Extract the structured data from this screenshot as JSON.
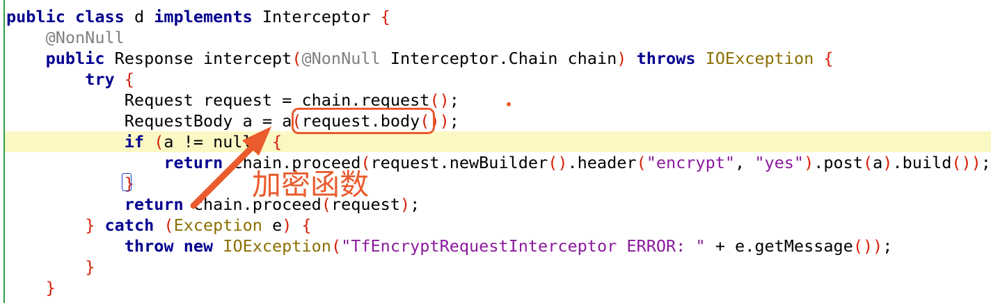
{
  "code": {
    "kw_public": "public",
    "kw_class": "class",
    "class_name": "d",
    "kw_implements": "implements",
    "interface_name": "Interceptor",
    "annotation_nonnull": "@NonNull",
    "response_type": "Response",
    "method_name": "intercept",
    "chain_type": "Interceptor.Chain",
    "chain_var": "chain",
    "kw_throws": "throws",
    "ioexception": "IOException",
    "kw_try": "try",
    "request_type": "Request",
    "request_var": "request",
    "chain_request_call": "chain.request",
    "requestbody_type": "RequestBody",
    "body_var": "a",
    "func_a": "a",
    "request_body_call": "request.body",
    "kw_if": "if",
    "cond_text": "a != null",
    "kw_return": "return",
    "proceed_call": "chain.proceed",
    "new_builder_call": "request.newBuilder",
    "header_call": ".header",
    "header_key": "\"encrypt\"",
    "header_value": "\"yes\"",
    "post_call": ".post",
    "post_arg": "a",
    "build_call": ".build",
    "proceed_arg": "request",
    "kw_catch": "catch",
    "exception_type": "Exception",
    "exception_var": "e",
    "kw_throw": "throw",
    "kw_new": "new",
    "error_message": "\"TfEncryptRequestInterceptor ERROR: \"",
    "plus": "+",
    "get_message_call": "e.getMessage"
  },
  "annotation": {
    "label": "加密函数",
    "color": "#ea5b2e"
  },
  "colors": {
    "keyword": "#00008f",
    "string": "#8a1a9c",
    "exception_type": "#8b6f00",
    "annotation": "#808080",
    "bracket": "#d81e06",
    "current_line": "#fcf8c4",
    "gutter_bar": "#2e9c43"
  }
}
